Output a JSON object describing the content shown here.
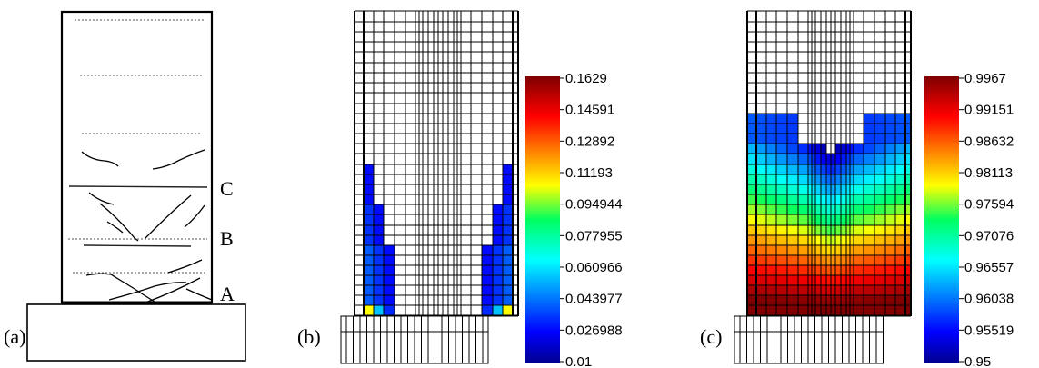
{
  "panels": {
    "a": {
      "label": "(a)",
      "section_labels": [
        "C",
        "B",
        "A"
      ]
    },
    "b": {
      "label": "(b)",
      "colorbar_labels": [
        "0.1629",
        "0.14591",
        "0.12892",
        "0.11193",
        "0.094944",
        "0.077955",
        "0.060966",
        "0.043977",
        "0.026988",
        "0.01"
      ],
      "range": [
        0.01,
        0.1629
      ]
    },
    "c": {
      "label": "(c)",
      "colorbar_labels": [
        "0.9967",
        "0.99151",
        "0.98632",
        "0.98113",
        "0.97594",
        "0.97076",
        "0.96557",
        "0.96038",
        "0.95519",
        "0.95"
      ],
      "range": [
        0.95,
        0.9967
      ]
    }
  }
}
